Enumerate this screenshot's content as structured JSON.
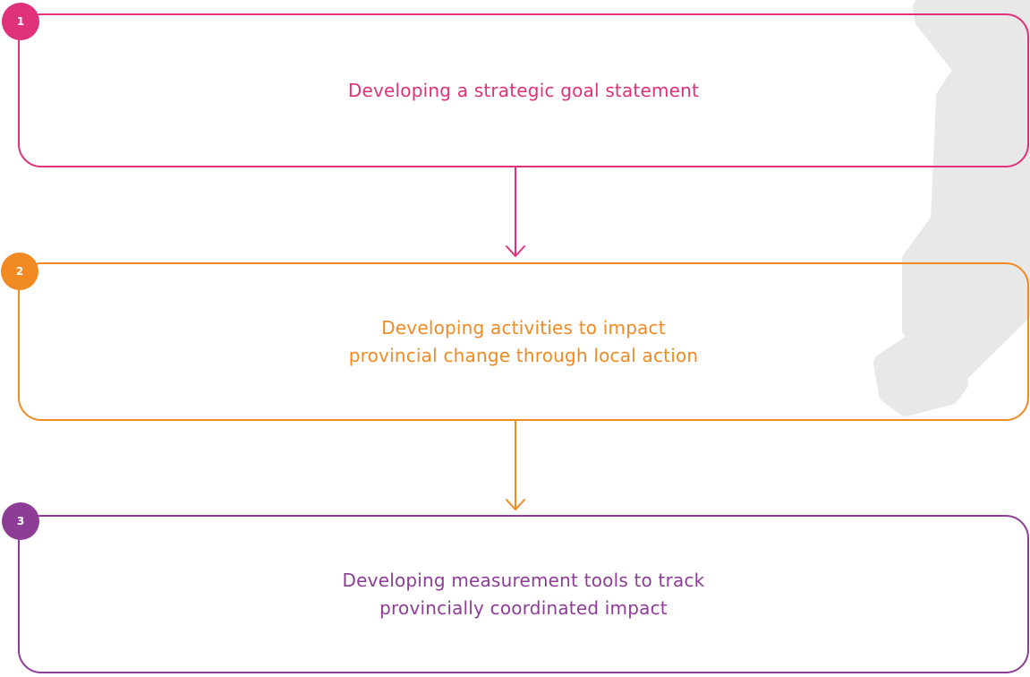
{
  "colors": {
    "step1": "#e0317b",
    "step2": "#f18a22",
    "step3": "#8e3d97",
    "background_shape": "#e8e8e8"
  },
  "steps": [
    {
      "number": "1",
      "lines": [
        "Developing a strategic goal statement"
      ]
    },
    {
      "number": "2",
      "lines": [
        "Developing activities to impact",
        "provincial change through local action"
      ]
    },
    {
      "number": "3",
      "lines": [
        "Developing measurement tools to track",
        "provincially coordinated impact"
      ]
    }
  ],
  "arrows": [
    "arrow-down-icon",
    "arrow-down-icon"
  ]
}
